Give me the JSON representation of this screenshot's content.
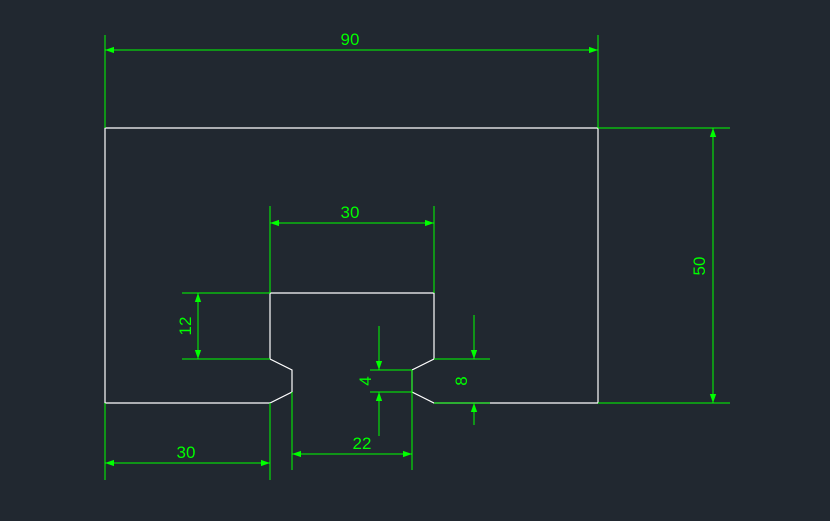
{
  "colors": {
    "background": "#212830",
    "geometry": "#ffffff",
    "dimension": "#00ff00"
  },
  "dimensions": {
    "overall_width": "90",
    "overall_height": "50",
    "slot_width": "30",
    "step_height": "12",
    "left_offset": "30",
    "neck_width": "22",
    "chamfer_depth": "4",
    "opening_height": "8"
  }
}
